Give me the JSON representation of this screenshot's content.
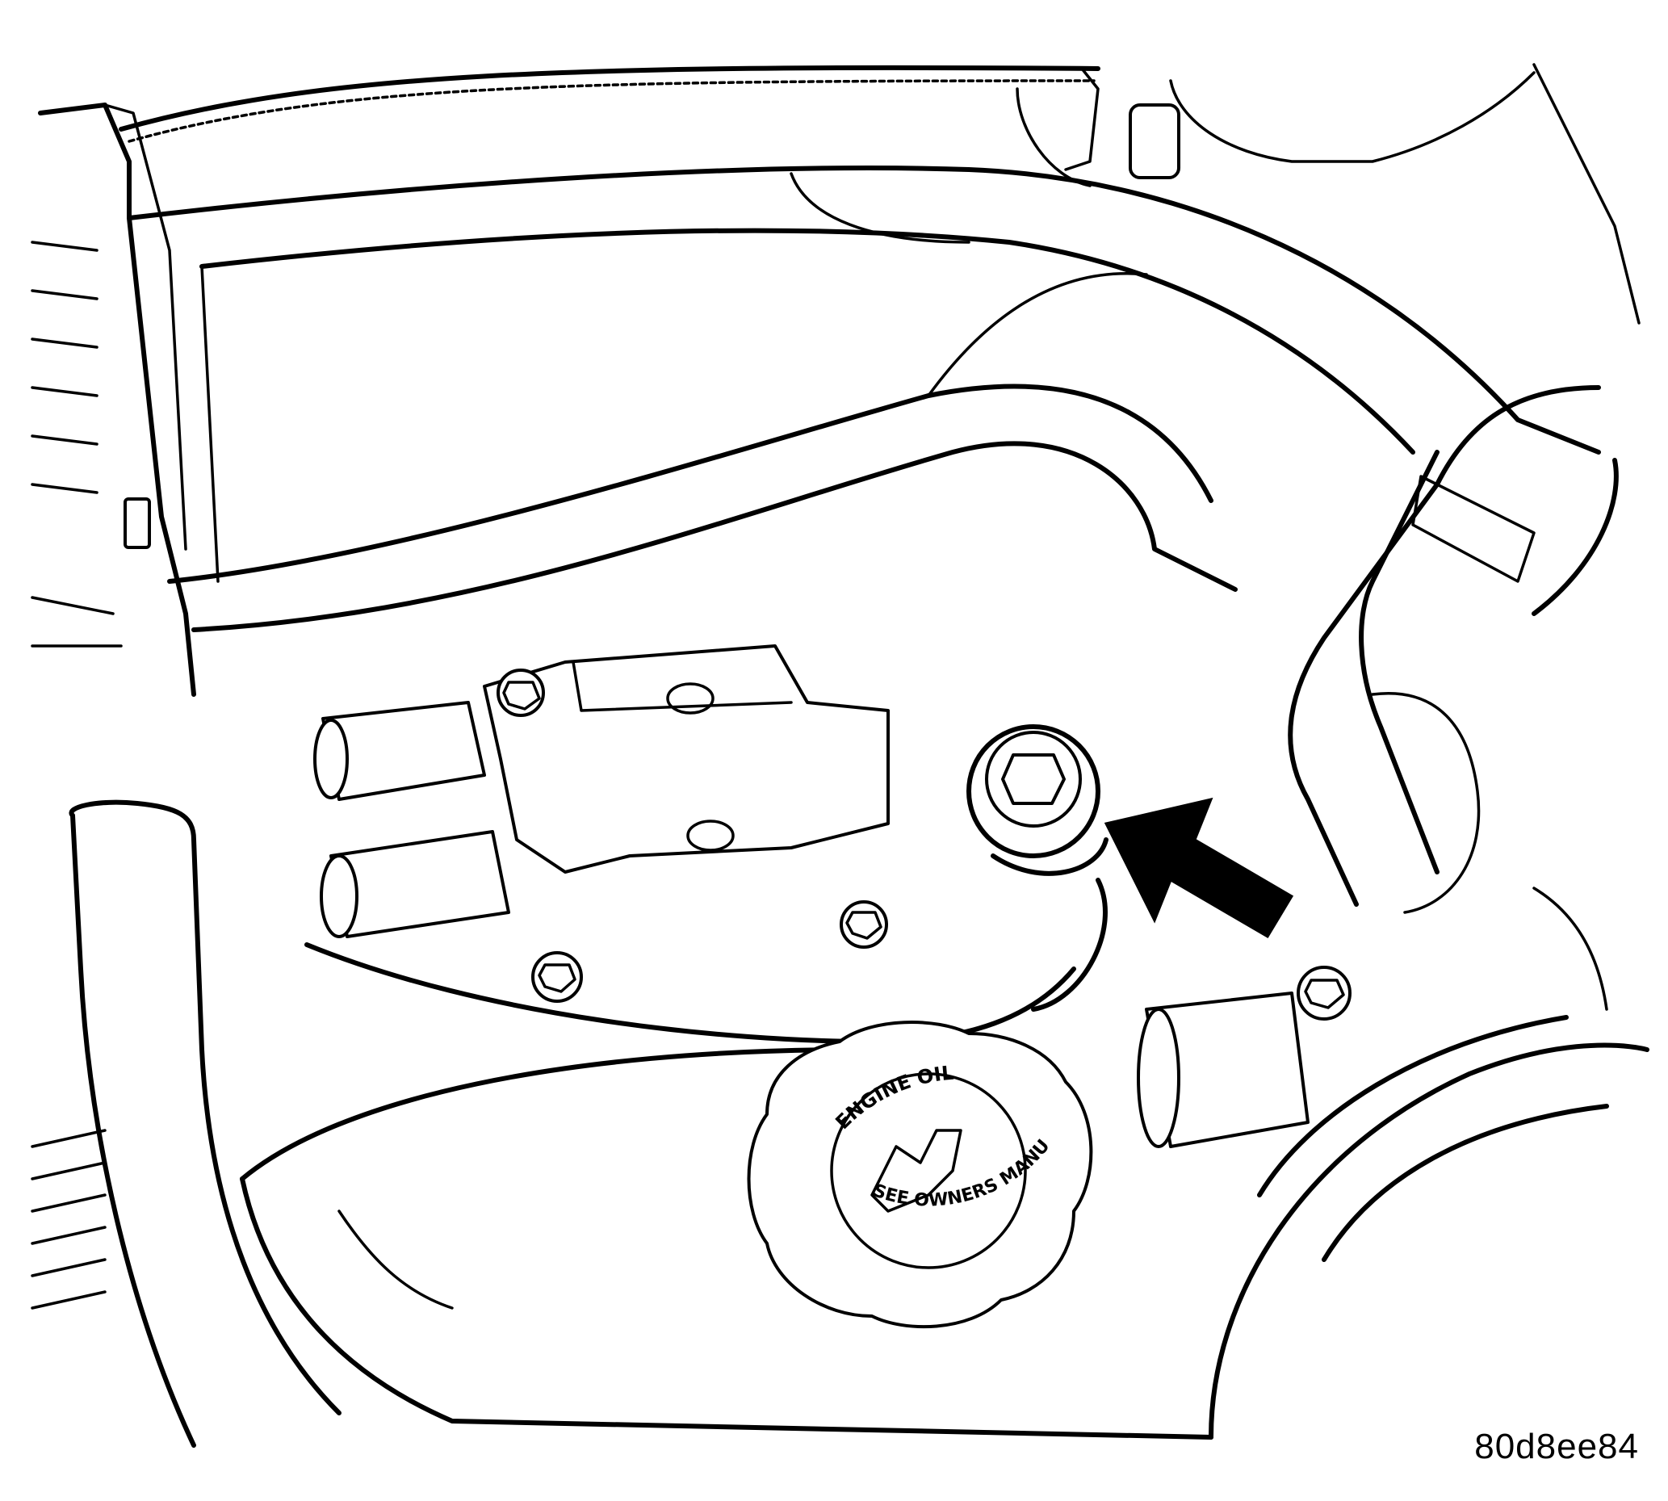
{
  "figure": {
    "id": "80d8ee84",
    "cap_text_top": "ENGINE OIL",
    "cap_text_bottom": "SEE OWNERS MANUAL"
  }
}
